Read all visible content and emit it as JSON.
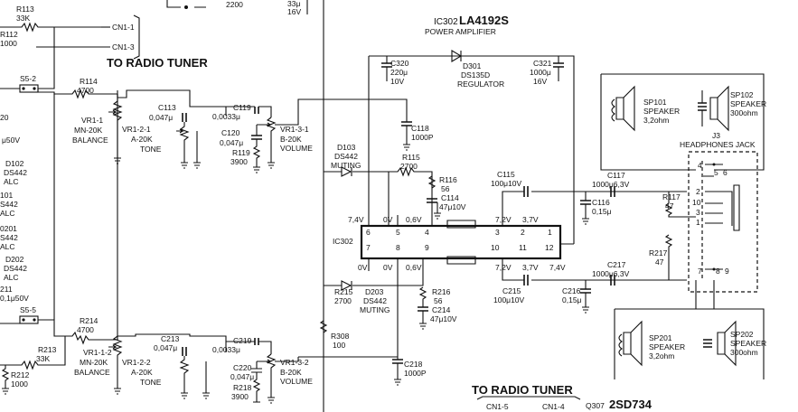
{
  "title": {
    "ic": "IC302",
    "part": "LA4192S",
    "desc": "POWER AMPLIFIER"
  },
  "sections": {
    "tuner_top": "TO RADIO TUNER",
    "tuner_bottom": "TO RADIO TUNER"
  },
  "connectors": {
    "cn1_1": "CN1-1",
    "cn1_3": "CN1-3",
    "cn1_5": "CN1-5",
    "cn1_4": "CN1-4"
  },
  "transistor": {
    "ref": "Q307",
    "part": "2SD734"
  },
  "top_values": {
    "v2200": "2200",
    "v33u": "33μ",
    "v16v": "16V"
  },
  "ic_block": {
    "label": "IC302",
    "top_pins": [
      "6",
      "5",
      "4",
      "3",
      "2",
      "1"
    ],
    "top_volts": [
      "7,4V",
      "0V",
      "0,6V",
      "7,2V",
      "3,7V"
    ],
    "bottom_pins": [
      "7",
      "8",
      "9",
      "10",
      "11",
      "12"
    ],
    "bottom_volts": [
      "0V",
      "0V",
      "0,6V",
      "7,2V",
      "3,7V",
      "7,4V"
    ]
  },
  "parts": {
    "r113": [
      "R113",
      "33K"
    ],
    "r112": [
      "R112",
      "1000"
    ],
    "s52": "S5-2",
    "r114": [
      "R114",
      "4700"
    ],
    "vr11": [
      "VR1-1",
      "MN-20K",
      "BALANCE"
    ],
    "c113": [
      "C113",
      "0,047μ"
    ],
    "vr21": [
      "VR1-2-1",
      "A-20K",
      "TONE"
    ],
    "c119": [
      "C119",
      "0,0033μ"
    ],
    "c120": [
      "C120",
      "0,047μ"
    ],
    "r119": [
      "R119",
      "3900"
    ],
    "vr31": [
      "VR1-3-1",
      "B-20K",
      "VOLUME"
    ],
    "c118": [
      "C118",
      "1000P"
    ],
    "c320": [
      "C320",
      "220μ",
      "10V"
    ],
    "d301": [
      "D301",
      "DS135D",
      "REGULATOR"
    ],
    "c321": [
      "C321",
      "1000μ",
      "16V"
    ],
    "d103": [
      "D103",
      "DS442",
      "MUTING"
    ],
    "r115": [
      "R115",
      "2700"
    ],
    "r116": [
      "R116",
      "56"
    ],
    "c114": [
      "C114",
      "47μ10V"
    ],
    "c115": [
      "C115",
      "100μ10V"
    ],
    "c117": [
      "C117",
      "1000μ6,3V"
    ],
    "c116": [
      "C116",
      "0,15μ"
    ],
    "r117": [
      "R117",
      "47"
    ],
    "sp101": [
      "SP101",
      "SPEAKER",
      "3,2ohm"
    ],
    "sp102": [
      "SP102",
      "SPEAKER",
      "300ohm"
    ],
    "j3": [
      "J3",
      "HEADPHONES JACK"
    ],
    "j3_pins": [
      "4",
      "5",
      "6",
      "2",
      "10",
      "3",
      "1",
      "7",
      "8",
      "9"
    ],
    "r217": [
      "R217",
      "47"
    ],
    "c217": [
      "C217",
      "1000μ6,3V"
    ],
    "c216": [
      "C216",
      "0,15μ"
    ],
    "c215": [
      "C215",
      "100μ10V"
    ],
    "r215": [
      "R215",
      "2700"
    ],
    "d203": [
      "D203",
      "DS442",
      "MUTING"
    ],
    "r216": [
      "R216",
      "56"
    ],
    "c214": [
      "C214",
      "47μ10V"
    ],
    "r308": [
      "R308",
      "100"
    ],
    "c218": [
      "C218",
      "1000P"
    ],
    "sp201": [
      "SP201",
      "SPEAKER",
      "3,2ohm"
    ],
    "sp202": [
      "SP202",
      "SPEAKER",
      "300ohm"
    ],
    "s55": "S5-5",
    "r214": [
      "R214",
      "4700"
    ],
    "r213": [
      "R213",
      "33K"
    ],
    "r212": [
      "R212",
      "1000"
    ],
    "vr12": [
      "VR1-1-2",
      "MN-20K",
      "BALANCE"
    ],
    "c213": [
      "C213",
      "0,047μ"
    ],
    "vr22": [
      "VR1-2-2",
      "A-20K",
      "TONE"
    ],
    "c219": [
      "C219",
      "0,0033μ"
    ],
    "c220": [
      "C220",
      "0,047μ"
    ],
    "r218": [
      "R218",
      "3900"
    ],
    "vr32": [
      "VR1-3-2",
      "B-20K",
      "VOLUME"
    ]
  },
  "left_partial": {
    "t1": "20",
    "t2": "μ50V",
    "t3": "D102",
    "t4": "DS442",
    "t5": "ALC",
    "t6": "101",
    "t7": "S442",
    "t8": "ALC",
    "t9": "0201",
    "t10": "S442",
    "t11": "ALC",
    "t12": "D202",
    "t13": "DS442",
    "t14": "ALC",
    "t15": "211",
    "t16": "0,1μ50V"
  }
}
